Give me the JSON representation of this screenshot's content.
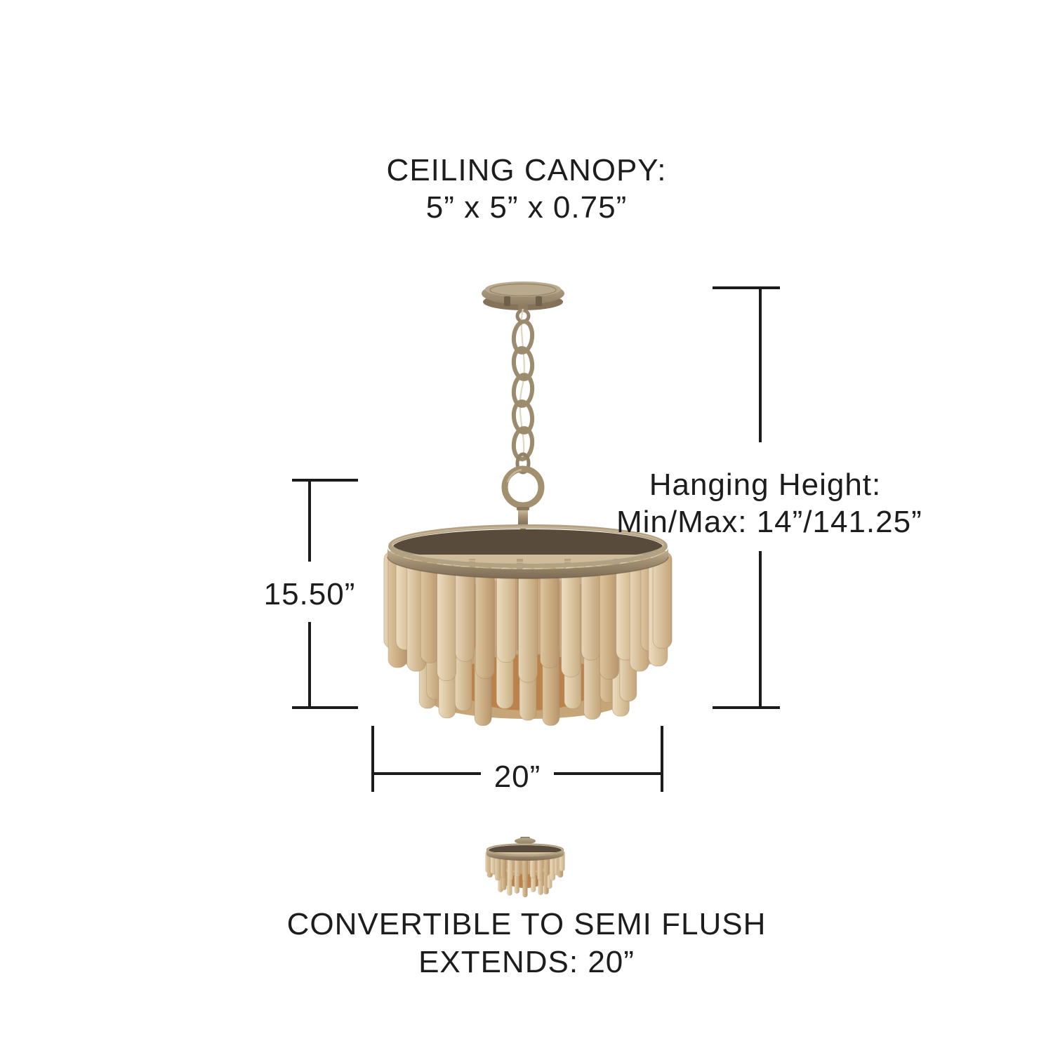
{
  "canopy_note": {
    "line1": "CEILING CANOPY:",
    "line2": "5” x 5” x 0.75”"
  },
  "fixture_height": {
    "label": "15.50”"
  },
  "hanging_height": {
    "line1": "Hanging Height:",
    "line2": "Min/Max: 14”/141.25”"
  },
  "fixture_width": {
    "label": "20”"
  },
  "convertible_note": {
    "line1": "CONVERTIBLE TO SEMI FLUSH",
    "line2": "EXTENDS: 20”"
  },
  "illustrations": {
    "main": "two-tier wood slat chandelier on chain",
    "semi_flush": "semi-flush mounted version"
  },
  "colors": {
    "background": "#ffffff",
    "text": "#1d1d1d",
    "dimension_line": "#1b1b1b",
    "brass_light": "#c6b597",
    "brass_mid": "#a3906f",
    "brass_dark": "#7d6c55",
    "wood_light": "#e6d5b8",
    "wood_mid": "#cdb28c",
    "wood_dark": "#b1936f",
    "amber_glow": "#bc7f49",
    "interior_shadow": "#584b3b"
  }
}
